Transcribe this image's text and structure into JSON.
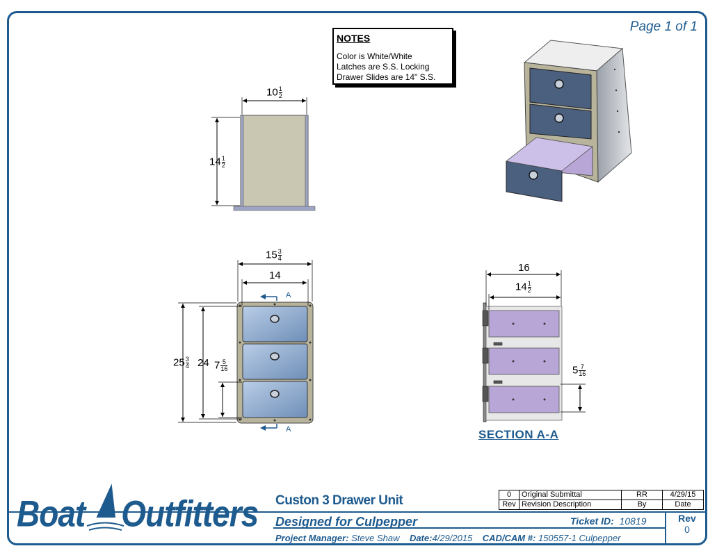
{
  "page_label": "Page 1 of 1",
  "notes": {
    "title": "NOTES",
    "lines": [
      "Color is White/White",
      "Latches are S.S. Locking",
      "Drawer Slides are 14\" S.S."
    ]
  },
  "dims": {
    "top_width": {
      "whole": "10",
      "num": "1",
      "den": "2"
    },
    "top_depth": {
      "whole": "14",
      "num": "1",
      "den": "2"
    },
    "front_outer_width": {
      "whole": "15",
      "num": "3",
      "den": "4"
    },
    "front_inner_width": "14",
    "front_outer_height": {
      "whole": "25",
      "num": "3",
      "den": "4"
    },
    "front_inner_height": "24",
    "drawer_height": {
      "whole": "7",
      "num": "5",
      "den": "16"
    },
    "section_outer": "16",
    "section_inner": {
      "whole": "14",
      "num": "1",
      "den": "2"
    },
    "section_drawer": {
      "whole": "5",
      "num": "7",
      "den": "16"
    }
  },
  "section_marker": "A",
  "section_title": "SECTION A-A",
  "title_block": {
    "logo_left": "Boat",
    "logo_right": "Outfitters",
    "project_title": "Custon 3 Drawer Unit",
    "designed_for": "Designed for Culpepper",
    "ticket_label": "Ticket ID:",
    "ticket_value": "10819",
    "pm_label": "Project Manager:",
    "pm_value": "Steve Shaw",
    "date_label": "Date:",
    "date_value": "4/29/2015",
    "cad_label": "CAD/CAM #:",
    "cad_value": "150557-1 Culpepper",
    "rev_label": "Rev",
    "rev_value": "0",
    "revision_rows": [
      {
        "rev": "0",
        "desc": "Original Submittal",
        "by": "RR",
        "date": "4/29/15"
      },
      {
        "rev": "Rev",
        "desc": "Revision Description",
        "by": "By",
        "date": "Date"
      }
    ]
  },
  "colors": {
    "brand": "#1d5a8e",
    "drawer_face": "#7f9fc6",
    "frame": "#b8b49c",
    "panel": "#c9c6b1",
    "interior": "#b7a6d6"
  }
}
